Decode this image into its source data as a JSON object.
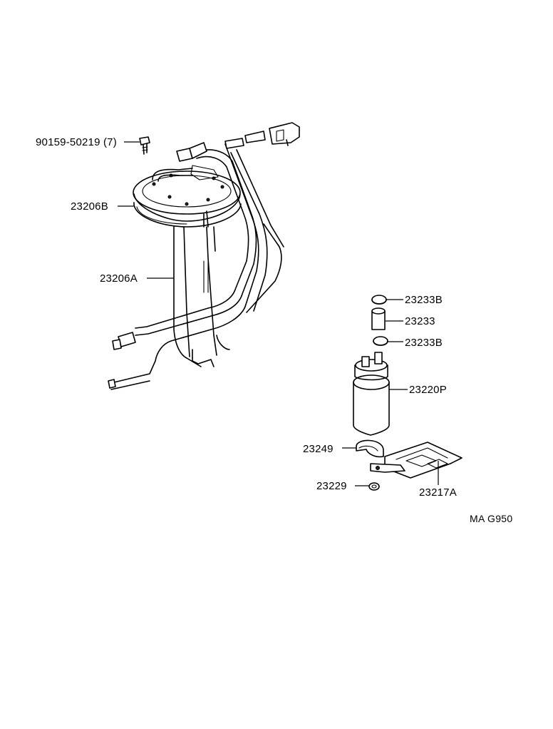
{
  "diagram": {
    "reference_code": "MA G950",
    "parts": [
      {
        "id": "bolt",
        "label": "90159-50219 (7)"
      },
      {
        "id": "gasket",
        "label": "23206B"
      },
      {
        "id": "bracket",
        "label": "23206A"
      },
      {
        "id": "clamp-upper",
        "label": "23233B"
      },
      {
        "id": "hose",
        "label": "23233"
      },
      {
        "id": "clamp-lower",
        "label": "23233B"
      },
      {
        "id": "fuel-pump",
        "label": "23220P"
      },
      {
        "id": "cushion",
        "label": "23249"
      },
      {
        "id": "filter",
        "label": "23217A"
      },
      {
        "id": "clip",
        "label": "23229"
      }
    ]
  }
}
